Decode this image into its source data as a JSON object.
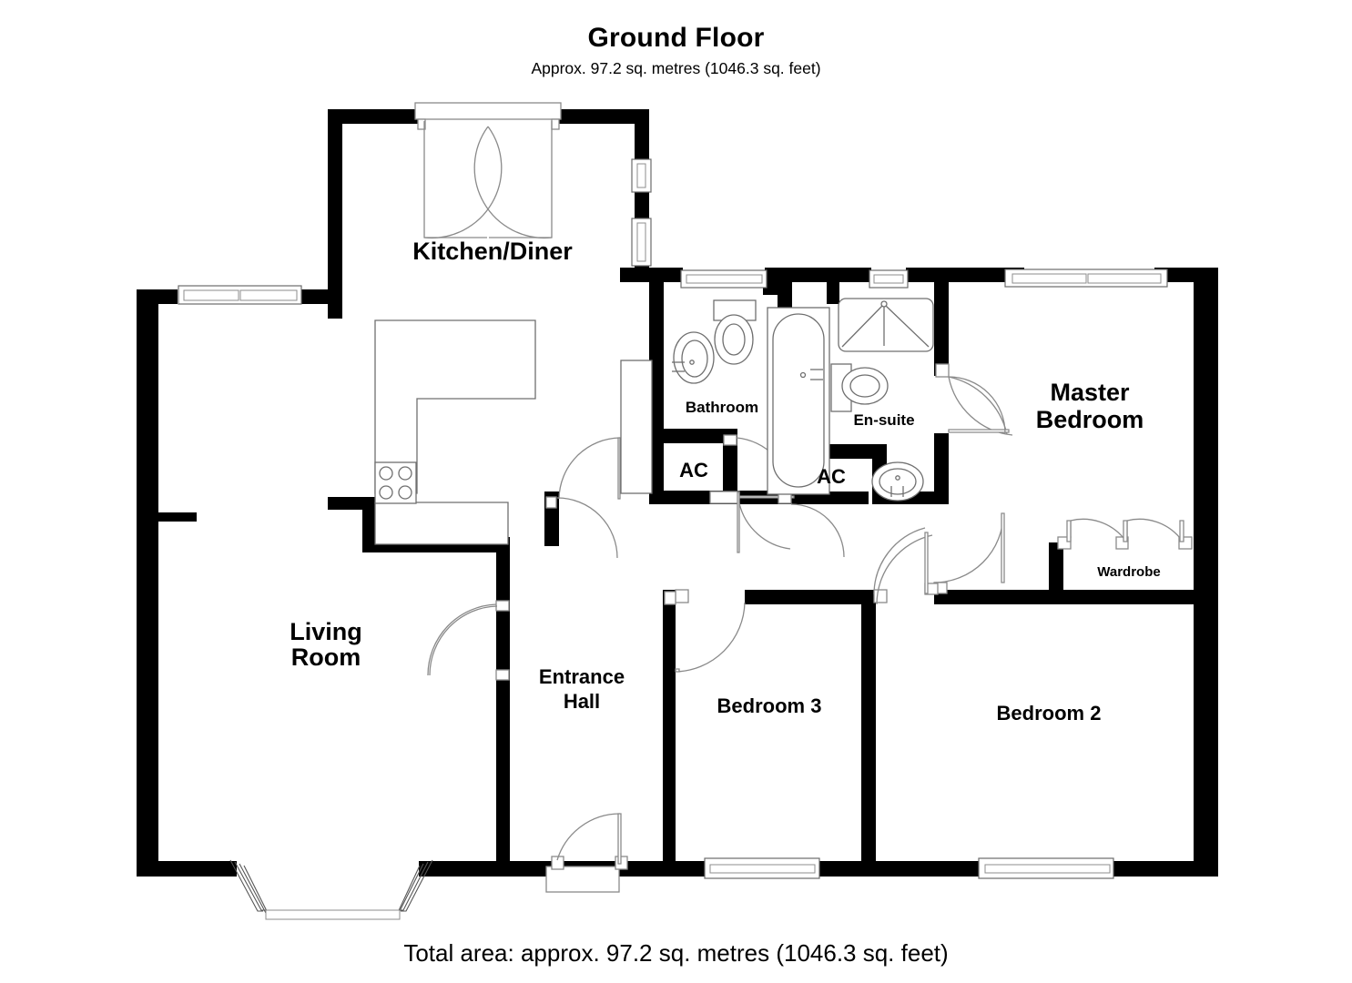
{
  "header": {
    "title": "Ground Floor",
    "subtitle": "Approx. 97.2 sq. metres (1046.3 sq. feet)"
  },
  "footer": {
    "total_area": "Total area: approx. 97.2 sq. metres (1046.3 sq. feet)"
  },
  "area": {
    "metric_value": "97.2",
    "metric_unit": "sq. metres",
    "imperial_value": "1046.3",
    "imperial_unit": "sq. feet"
  },
  "colors": {
    "wall": "#000000",
    "background": "#ffffff",
    "fixture_stroke": "#6f6f6f",
    "door_swing": "#8a8a8a",
    "text": "#000000"
  },
  "rooms": [
    {
      "id": "kitchen_diner",
      "label": "Kitchen/Diner",
      "label_line1": "Kitchen/Diner",
      "label_line2": ""
    },
    {
      "id": "living_room",
      "label": "Living Room",
      "label_line1": "Living",
      "label_line2": "Room"
    },
    {
      "id": "entrance_hall",
      "label": "Entrance Hall",
      "label_line1": "Entrance",
      "label_line2": "Hall"
    },
    {
      "id": "bathroom",
      "label": "Bathroom",
      "label_line1": "Bathroom",
      "label_line2": ""
    },
    {
      "id": "ensuite",
      "label": "En-suite",
      "label_line1": "En-suite",
      "label_line2": ""
    },
    {
      "id": "master_bedroom",
      "label": "Master Bedroom",
      "label_line1": "Master",
      "label_line2": "Bedroom"
    },
    {
      "id": "bedroom_2",
      "label": "Bedroom 2",
      "label_line1": "Bedroom 2",
      "label_line2": ""
    },
    {
      "id": "bedroom_3",
      "label": "Bedroom 3",
      "label_line1": "Bedroom 3",
      "label_line2": ""
    },
    {
      "id": "wardrobe",
      "label": "Wardrobe",
      "label_line1": "Wardrobe",
      "label_line2": ""
    },
    {
      "id": "ac_left",
      "label": "AC",
      "label_line1": "AC",
      "label_line2": ""
    },
    {
      "id": "ac_right",
      "label": "AC",
      "label_line1": "AC",
      "label_line2": ""
    }
  ],
  "fixtures": [
    {
      "id": "kitchen-hob",
      "name": "hob-4-burner"
    },
    {
      "id": "kitchen-counter",
      "name": "counter-run"
    },
    {
      "id": "bathroom-toilet",
      "name": "toilet"
    },
    {
      "id": "bathroom-basin",
      "name": "wash-basin"
    },
    {
      "id": "bathroom-bath",
      "name": "bathtub"
    },
    {
      "id": "ensuite-shower",
      "name": "shower-tray"
    },
    {
      "id": "ensuite-toilet",
      "name": "toilet"
    },
    {
      "id": "ensuite-basin",
      "name": "wash-basin"
    }
  ],
  "openings": [
    {
      "id": "kitchen-french-doors",
      "type": "french-door"
    },
    {
      "id": "kitchen-window-upper",
      "type": "window"
    },
    {
      "id": "kitchen-window-lower",
      "type": "window"
    },
    {
      "id": "living-window-north",
      "type": "window"
    },
    {
      "id": "living-bay-window",
      "type": "bay-window"
    },
    {
      "id": "front-door",
      "type": "entry-door"
    },
    {
      "id": "bathroom-window",
      "type": "window"
    },
    {
      "id": "ensuite-window",
      "type": "window"
    },
    {
      "id": "master-window",
      "type": "window"
    },
    {
      "id": "bedroom3-window",
      "type": "window"
    },
    {
      "id": "bedroom2-window",
      "type": "window"
    }
  ]
}
